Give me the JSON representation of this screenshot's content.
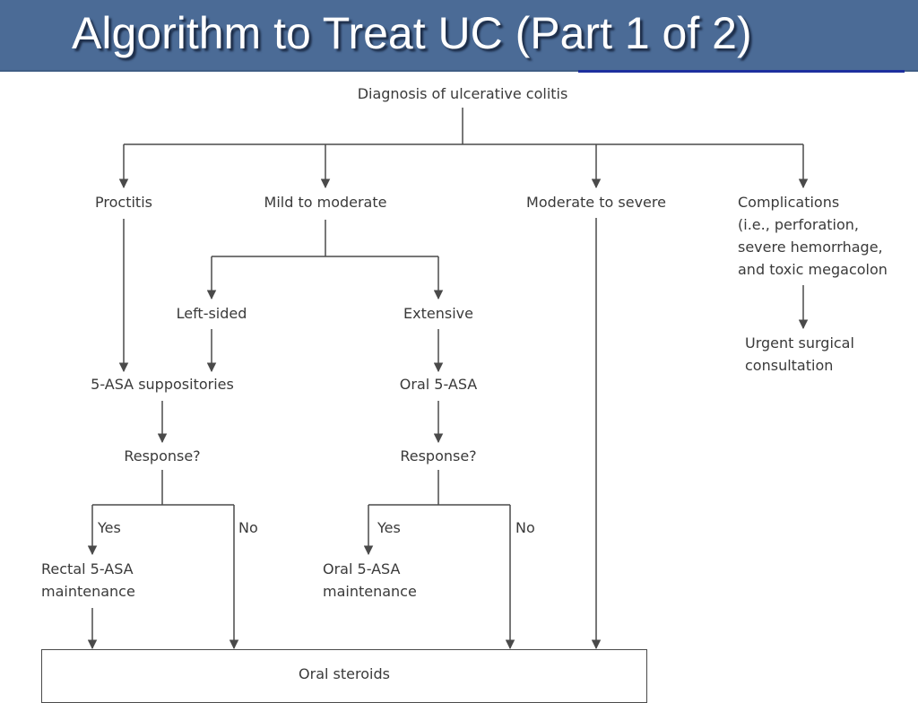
{
  "slide": {
    "title": "Algorithm to Treat UC (Part 1 of 2)"
  },
  "flowchart": {
    "root": "Diagnosis of ulcerative colitis",
    "categories": {
      "proctitis": "Proctitis",
      "mild": "Mild to moderate",
      "severe": "Moderate to severe",
      "complications": [
        "Complications",
        "(i.e., perforation,",
        "severe hemorrhage,",
        "and toxic megacolon"
      ]
    },
    "left_sided": "Left-sided",
    "extensive": "Extensive",
    "suppositories": "5-ASA suppositories",
    "oral_5asa": "Oral 5-ASA",
    "response_left": "Response?",
    "response_right": "Response?",
    "yes": "Yes",
    "no": "No",
    "rectal_maint": [
      "Rectal 5-ASA",
      "maintenance"
    ],
    "oral_maint": [
      "Oral 5-ASA",
      "maintenance"
    ],
    "surgical": [
      "Urgent surgical",
      "consultation"
    ],
    "final": "Oral steroids"
  },
  "colors": {
    "title_bar": "#4b6b96",
    "title_text": "#ffffff",
    "line": "#4a4a4a",
    "text": "#3a3a3a",
    "accent_underline": "#1d2f9e"
  }
}
